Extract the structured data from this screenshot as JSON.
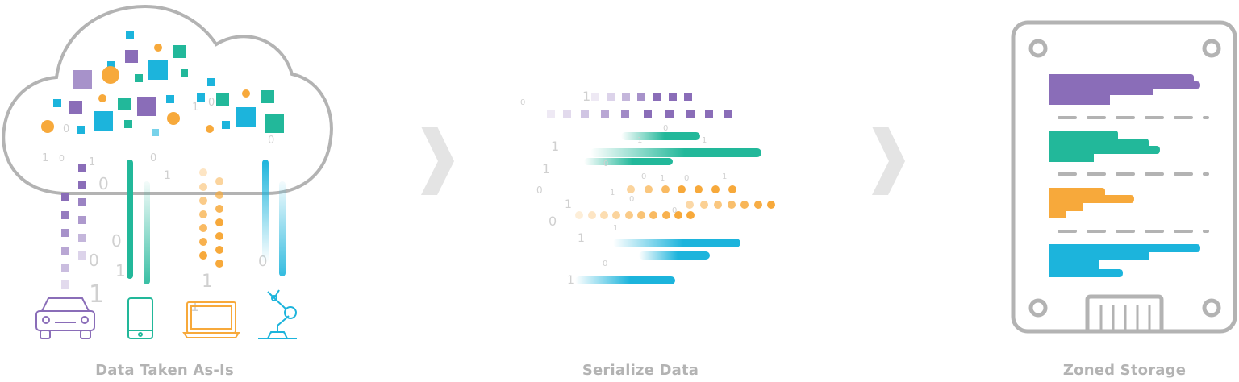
{
  "stages": [
    {
      "label": "Data Taken As-Is"
    },
    {
      "label": "Serialize Data"
    },
    {
      "label": "Zoned Storage"
    }
  ],
  "colors": {
    "purple": "#8a6db8",
    "green": "#22b89a",
    "orange": "#f7a93b",
    "blue": "#1cb4dc",
    "outline": "#b3b3b3",
    "digit": "#d0d0d0"
  },
  "icons": [
    "cloud-icon",
    "car-icon",
    "phone-icon",
    "laptop-icon",
    "robot-arm-icon",
    "chevron-right-icon",
    "ssd-drive-icon"
  ]
}
